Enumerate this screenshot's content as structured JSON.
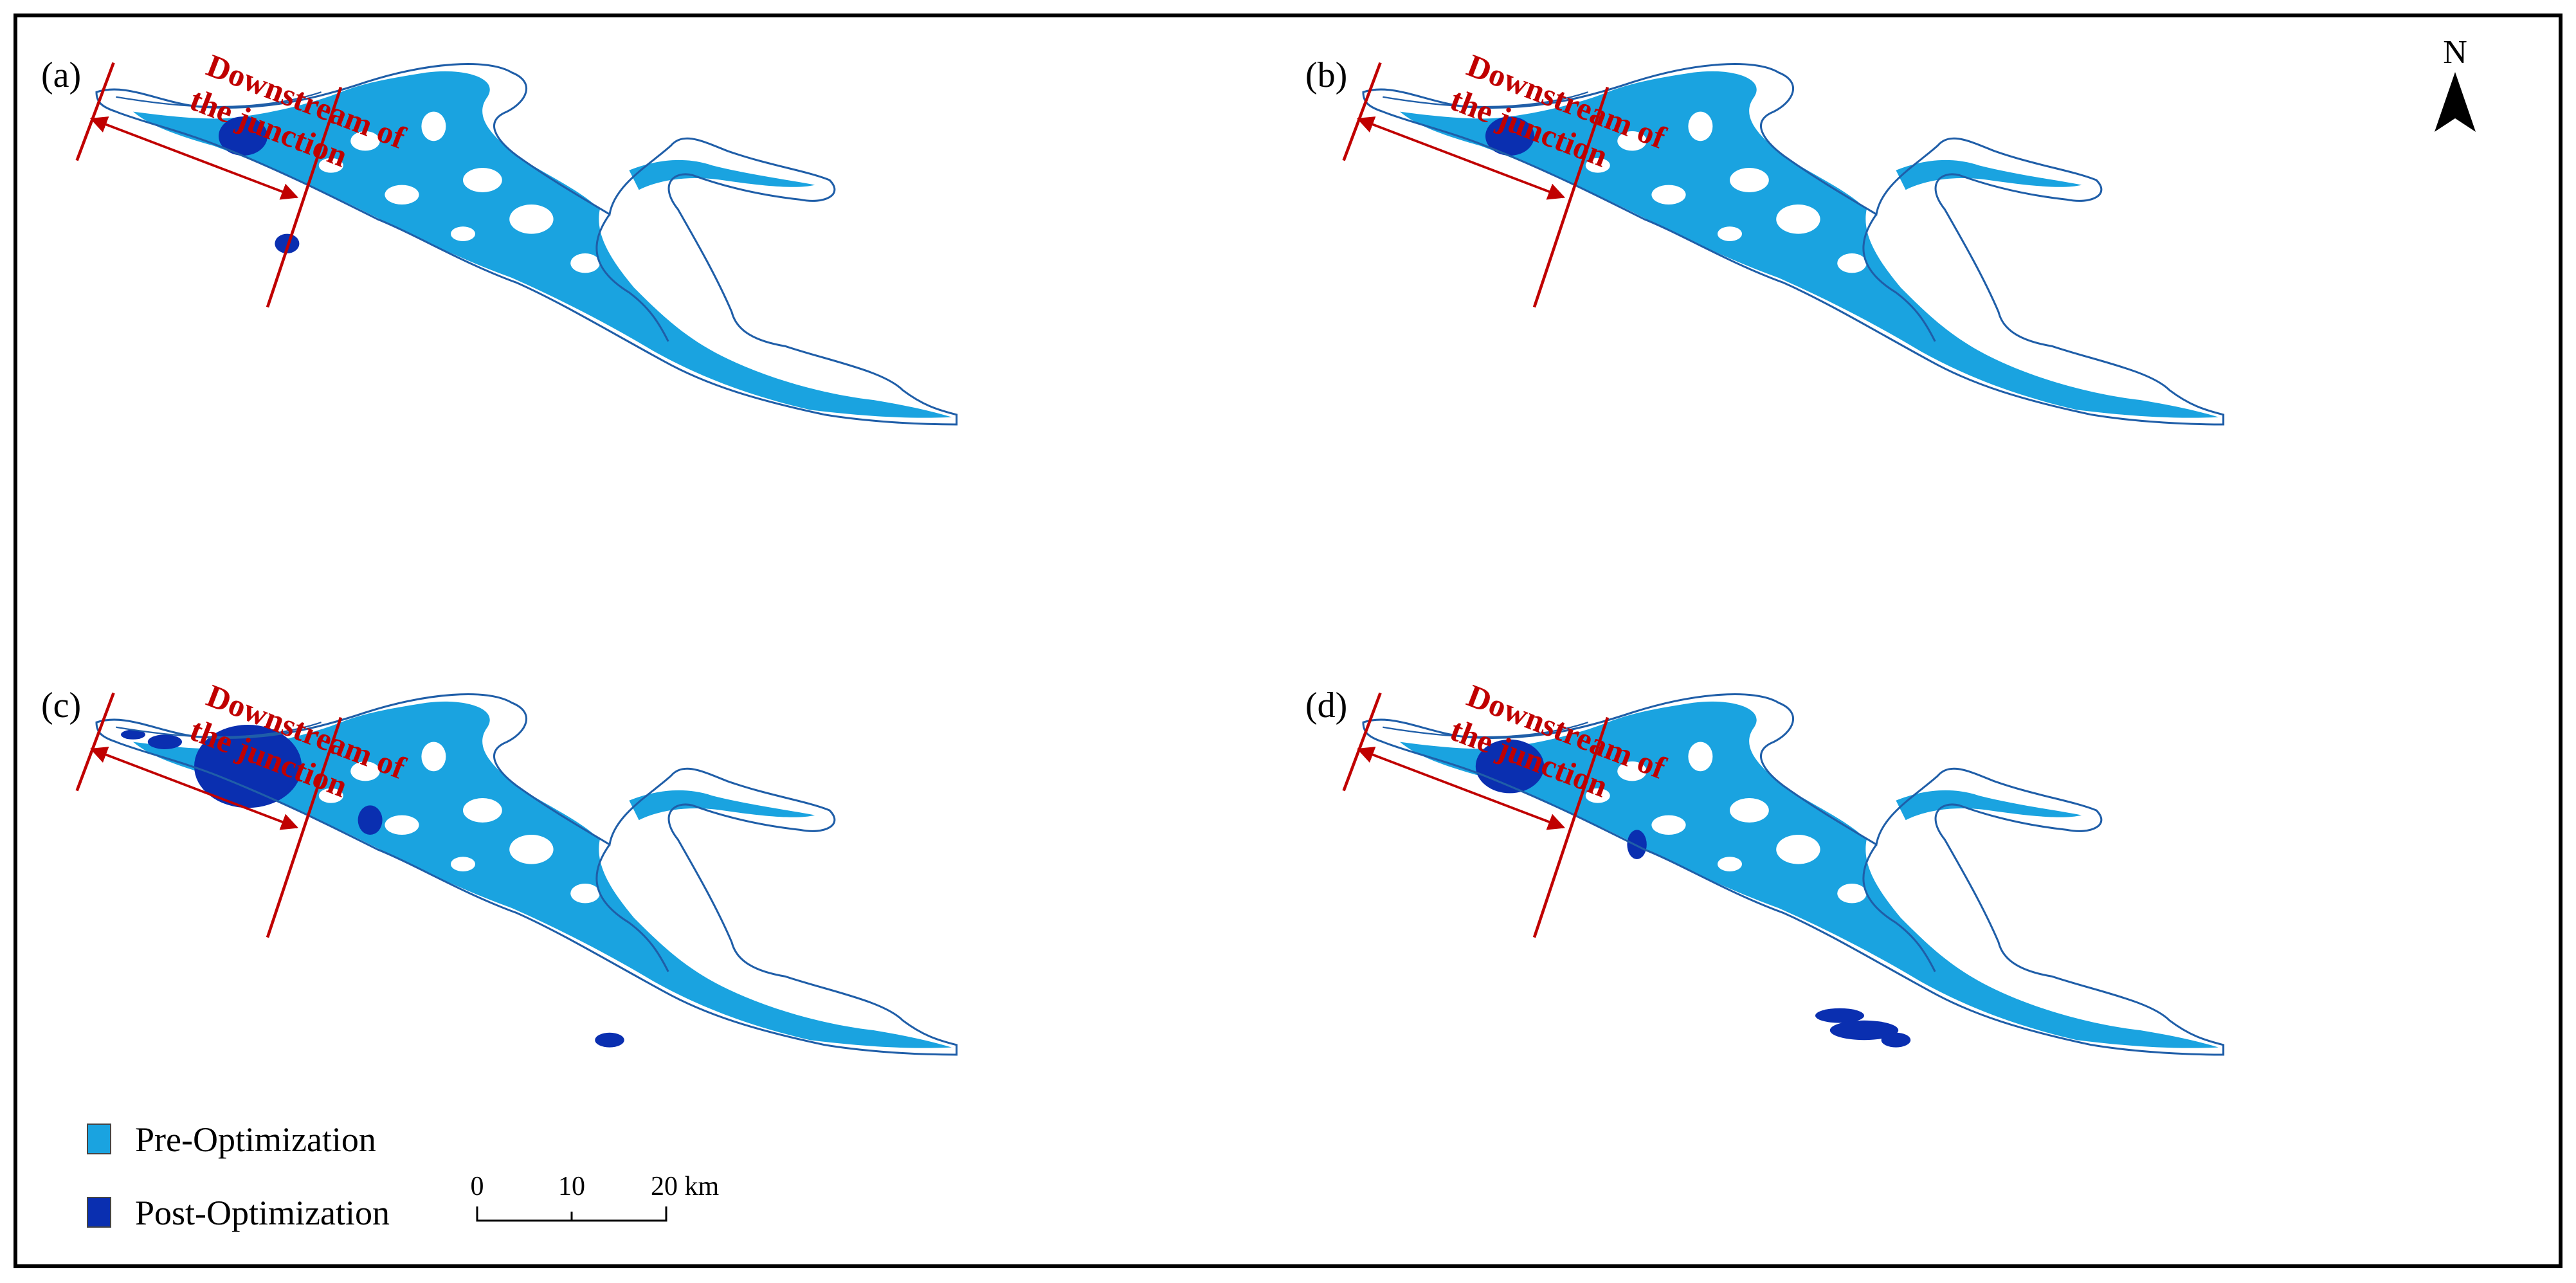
{
  "panels": [
    {
      "label": "(a)",
      "post_patches": [
        [
          60,
          -32,
          10,
          8
        ],
        [
          78,
          12,
          5,
          4
        ]
      ]
    },
    {
      "label": "(b)",
      "post_patches": [
        [
          60,
          -32,
          10,
          8
        ]
      ]
    },
    {
      "label": "(c)",
      "post_patches": [
        [
          62,
          -32,
          22,
          17
        ],
        [
          28,
          -42,
          7,
          3
        ],
        [
          15,
          -45,
          5,
          2
        ],
        [
          112,
          -10,
          5,
          6
        ],
        [
          210,
          80,
          6,
          3
        ]
      ]
    },
    {
      "label": "(d)",
      "post_patches": [
        [
          60,
          -32,
          14,
          11
        ],
        [
          112,
          0,
          4,
          6
        ],
        [
          195,
          70,
          10,
          3
        ],
        [
          205,
          76,
          14,
          4
        ],
        [
          218,
          80,
          6,
          3
        ]
      ]
    }
  ],
  "annotation": {
    "line1": "Downstream of",
    "line2": "the junction"
  },
  "legend": {
    "pre_label": "Pre-Optimization",
    "post_label": "Post-Optimization",
    "pre_color": "#1aa3e0",
    "post_color": "#0a2fb0"
  },
  "scale_bar": {
    "ticks": [
      "0",
      "10",
      "20 km"
    ]
  },
  "north_arrow": {
    "label": "N"
  },
  "colors": {
    "river_outline": "#1f5ea8",
    "annotation": "#c00000",
    "frame": "#000000"
  }
}
